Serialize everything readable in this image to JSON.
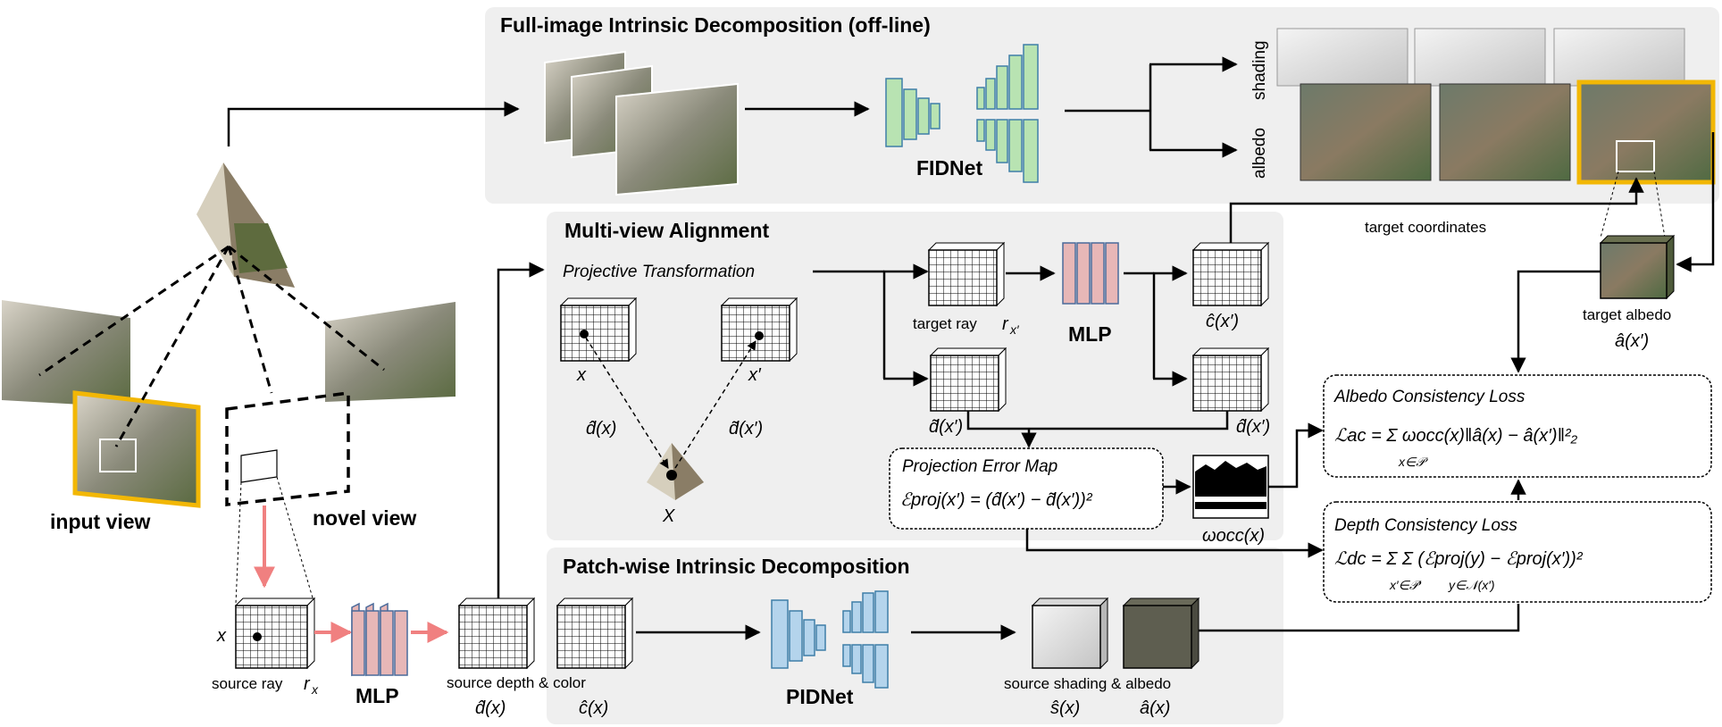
{
  "sections": {
    "fidnet_title": "Full-image Intrinsic Decomposition (off-line)",
    "mva_title": "Multi-view Alignment",
    "pid_title": "Patch-wise Intrinsic Decomposition"
  },
  "labels": {
    "fidnet": "FIDNet",
    "pidnet": "PIDNet",
    "mlp_source": "MLP",
    "mlp_target": "MLP",
    "shading": "shading",
    "albedo": "albedo",
    "target_coordinates": "target coordinates",
    "target_albedo": "target albedo",
    "target_albedo_math": "â(x′)",
    "input_view": "input view",
    "novel_view": "novel view",
    "projective_transformation": "Projective Transformation",
    "x": "x",
    "x_prime": "x′",
    "d_hat_x": "d̂(x)",
    "d_tilde_x_prime": "d̃(x′)",
    "X": "X",
    "target_ray": "target ray",
    "target_ray_math": "r",
    "target_ray_sub": "x′",
    "c_hat_x_prime": "ĉ(x′)",
    "d_tilde_x_prime_2": "d̃(x′)",
    "d_hat_x_prime": "d̂(x′)",
    "projection_error_map": "Projection Error Map",
    "proj_eq": "ℰproj(x′) = (d̂(x′) − d̃(x′))²",
    "omega_occ": "ωocc(x)",
    "albedo_loss": "Albedo Consistency Loss",
    "albedo_eq": "ℒac = Σ ωocc(x)‖â(x) − â(x′)‖²₂",
    "albedo_eq_sub": "x∈𝒫",
    "depth_loss": "Depth Consistency Loss",
    "depth_eq": "ℒdc = Σ Σ (ℰproj(y) − ℰproj(x′))²",
    "depth_eq_sub1": "x′∈𝒫′",
    "depth_eq_sub2": "y∈𝒩(x′)",
    "source_x": "x",
    "source_ray": "source ray",
    "source_ray_math": "r",
    "source_ray_sub": "x",
    "source_depth_color": "source depth & color",
    "source_depth_math": "d̂(x)",
    "source_color_math": "ĉ(x)",
    "source_shading_albedo": "source shading & albedo",
    "source_shading_math": "ŝ(x)",
    "source_albedo_math": "â(x)"
  },
  "colors": {
    "panel_bg": "#efefef",
    "highlight": "#f2b705",
    "net_green": "#b8e3b2",
    "net_blue": "#b4d4ec",
    "mlp_pink": "#e7b7b7",
    "pink_arrow": "#f08080"
  }
}
